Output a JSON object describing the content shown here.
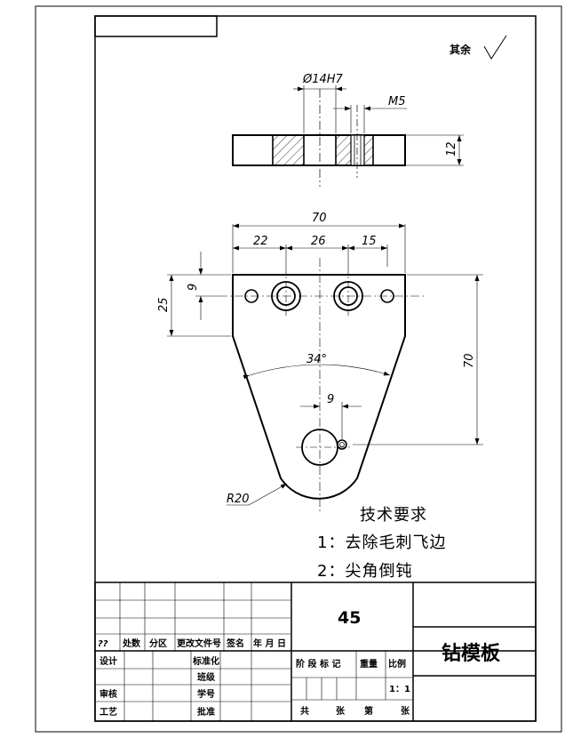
{
  "surface_note": {
    "label": "其余"
  },
  "section_view": {
    "bore_dim": "Ø14H7",
    "thread_dim": "M5",
    "thickness_dim": "12"
  },
  "plan_view": {
    "overall_width": "70",
    "dim_22": "22",
    "dim_26": "26",
    "dim_15": "15",
    "dim_25": "25",
    "dim_9_left": "9",
    "height_dim": "70",
    "angle_dim": "34°",
    "dim_9_bottom": "9",
    "radius_dim": "R20"
  },
  "tech_requirements": {
    "title": "技术要求",
    "items": [
      "1：去除毛刺飞边",
      "2：尖角倒钝"
    ]
  },
  "title_block": {
    "material": "45",
    "part_name": "钻模板",
    "rev_headers": [
      "??",
      "处数",
      "分区",
      "更改文件号",
      "签名",
      "年 月 日"
    ],
    "left_labels": [
      "设计",
      "标准化",
      "班级",
      "审核",
      "学号",
      "工艺",
      "批准"
    ],
    "stage_headers": [
      "阶 段 标 记",
      "重量",
      "比例"
    ],
    "scale": "1：1",
    "sheet_labels": [
      "共",
      "张",
      "第",
      "张"
    ]
  }
}
